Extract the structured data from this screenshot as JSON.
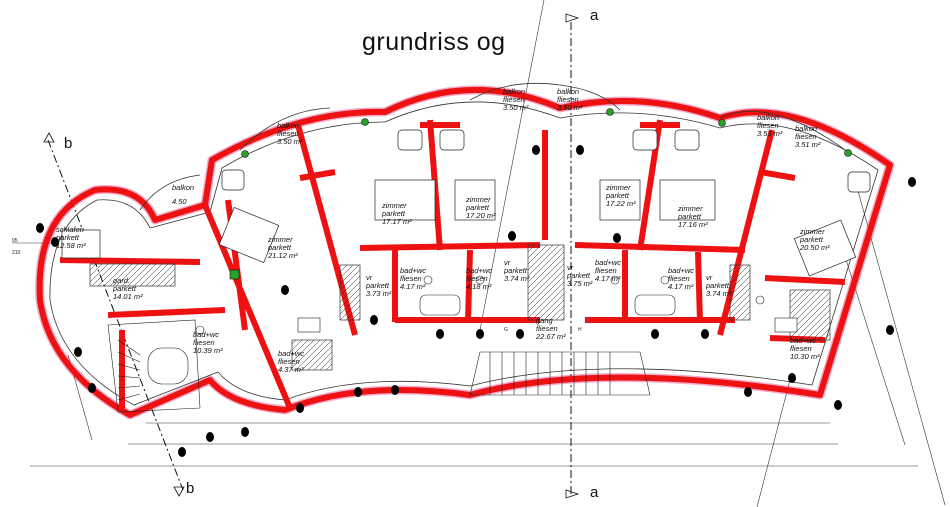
{
  "title": "grundriss  og",
  "section_markers": {
    "a": "a",
    "b": "b"
  },
  "rooms": [
    {
      "id": "schlafen",
      "name": "schlafen",
      "floor": "parkett",
      "area": "12.58 m²"
    },
    {
      "id": "gard",
      "name": "gard.",
      "floor": "parkett",
      "area": "14.01 m²"
    },
    {
      "id": "bad1",
      "name": "bad+wc",
      "floor": "fliesen",
      "area": "10.39 m²"
    },
    {
      "id": "bad2",
      "name": "bad+wc",
      "floor": "fliesen",
      "area": "4.37 m²"
    },
    {
      "id": "zimmer1",
      "name": "zimmer",
      "floor": "parkett",
      "area": "21.12 m²"
    },
    {
      "id": "balkon1",
      "name": "balkon",
      "floor": "fliesen",
      "area": "3.50 m²"
    },
    {
      "id": "balkon0",
      "name": "balkon",
      "floor": "",
      "area": "4.50"
    },
    {
      "id": "zimmer2",
      "name": "zimmer",
      "floor": "parkett",
      "area": "17.17 m²"
    },
    {
      "id": "zimmer3",
      "name": "zimmer",
      "floor": "parkett",
      "area": "17.20 m²"
    },
    {
      "id": "balkon2",
      "name": "balkon",
      "floor": "fliesen",
      "area": "3.50 m²"
    },
    {
      "id": "balkon3",
      "name": "balkon",
      "floor": "fliesen",
      "area": "3.50 m²"
    },
    {
      "id": "vr1",
      "name": "vr",
      "floor": "parkett",
      "area": "3.73 m²"
    },
    {
      "id": "bad3",
      "name": "bad+wc",
      "floor": "fliesen",
      "area": "4.17 m²"
    },
    {
      "id": "bad4",
      "name": "bad+wc",
      "floor": "fliesen",
      "area": "4.18 m²"
    },
    {
      "id": "vr2",
      "name": "vr",
      "floor": "parkett",
      "area": "3.74 m²"
    },
    {
      "id": "vr3",
      "name": "vr",
      "floor": "parkett",
      "area": "3.75 m²"
    },
    {
      "id": "gang",
      "name": "gang",
      "floor": "fliesen",
      "area": "22.67 m²"
    },
    {
      "id": "zimmer4",
      "name": "zimmer",
      "floor": "parkett",
      "area": "17.22 m²"
    },
    {
      "id": "zimmer5",
      "name": "zimmer",
      "floor": "parkett",
      "area": "17.16 m²"
    },
    {
      "id": "bad5",
      "name": "bad+wc",
      "floor": "fliesen",
      "area": "4.17 m²"
    },
    {
      "id": "bad6",
      "name": "bad+wc",
      "floor": "fliesen",
      "area": "4.17 m²"
    },
    {
      "id": "vr4",
      "name": "vr",
      "floor": "parkett",
      "area": "3.74 m²"
    },
    {
      "id": "balkon4",
      "name": "balkon",
      "floor": "fliesen",
      "area": "3.53 m²"
    },
    {
      "id": "balkon5",
      "name": "balkon",
      "floor": "fliesen",
      "area": "3.51 m²"
    },
    {
      "id": "zimmer6",
      "name": "zimmer",
      "floor": "parkett",
      "area": "20.50 m²"
    },
    {
      "id": "bad7",
      "name": "bad+wc",
      "floor": "fliesen",
      "area": "10.30 m²"
    }
  ],
  "labels": {
    "left_dims": [
      "95",
      "210"
    ],
    "g": "G",
    "h": "H"
  }
}
